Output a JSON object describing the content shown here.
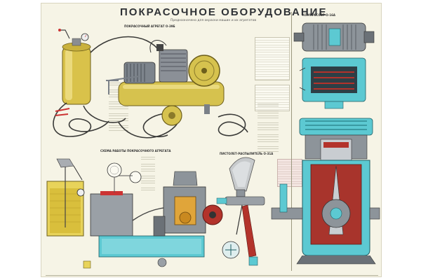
{
  "poster": {
    "title": "ПОКРАСОЧНОЕ ОБОРУДОВАНИЕ",
    "subtitle": "Предназначено для окраски машин и их агрегатов"
  },
  "sections": {
    "aggregate_title": "ПОКРАСОЧНЫЙ АГРЕГАТ О-39Б",
    "compressor_title": "КОМПРЕССОР О-16А",
    "scheme_title": "СХЕМА РАБОТЫ ПОКРАСОЧНОГО АГРЕГАТА",
    "sprayer_title": "ПИСТОЛЕТ-РАСПЫЛИТЕЛЬ О-31А"
  },
  "colors": {
    "poster_bg": "#f6f4e6",
    "tank_yellow": "#e8d35a",
    "cutaway_cyan": "#5cc9d2",
    "cutaway_red": "#b3332b",
    "metal_grey": "#8c9096"
  }
}
